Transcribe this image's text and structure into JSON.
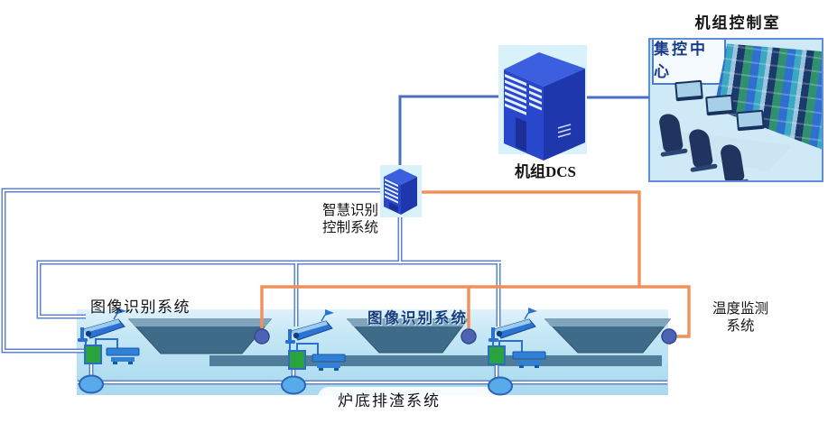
{
  "diagram": {
    "top": {
      "control_room_title": "机组控制室",
      "control_room_sign": "集控中心",
      "dcs_label": "机组DCS"
    },
    "middle": {
      "smart_system_line1": "智慧识别",
      "smart_system_line2": "控制系统"
    },
    "bottom": {
      "image_recognition_left": "图像识别系统",
      "image_recognition_center": "图像识别系统",
      "temperature_line1": "温度监测",
      "temperature_line2": "系统",
      "slag_system": "炉底排渣系统"
    },
    "colors": {
      "network_line_blue": "#5f84c9",
      "backbone_single_blue": "#4a6fbe",
      "temperature_line_orange": "#f19058",
      "panel_background": "#c4e7f5",
      "hopper_fill": "#3e6b87",
      "hopper_top_band": "#7fa6bd",
      "under_bar": "#4f7d9a",
      "server_front": "#2847cc",
      "server_side": "#1e37ac",
      "server_top": "#3c5fe0",
      "camera_blue": "#2b72d2",
      "green_box": "#2aa33d",
      "sensor_dot": "#4c63b4",
      "ellipse_fill": "#58abe9"
    },
    "icons": {
      "camera": "cctv-camera-icon",
      "server": "server-tower-icon",
      "sensor": "temperature-sensor-dot-icon",
      "hopper": "slag-hopper-shape",
      "wheel": "conveyor-wheel-icon"
    }
  }
}
